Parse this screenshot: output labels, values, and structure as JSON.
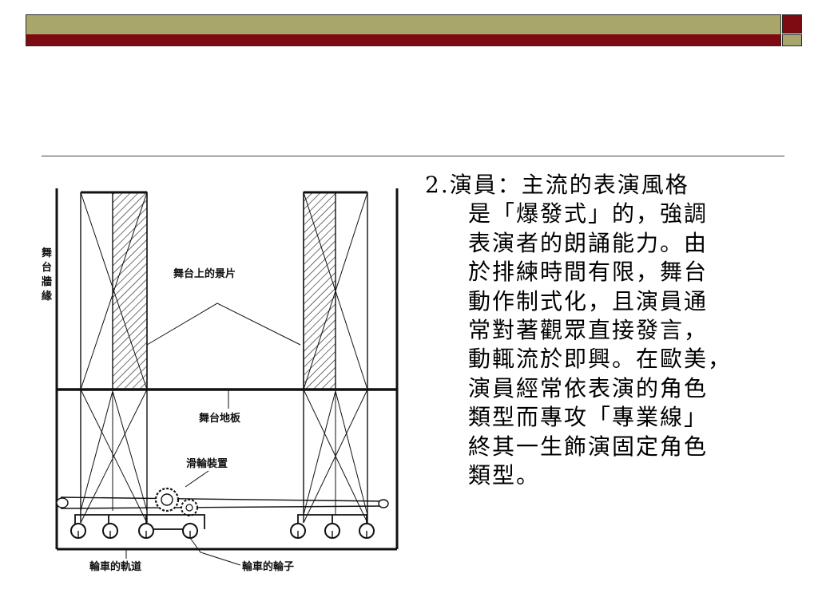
{
  "header": {
    "colors": {
      "olive": "#a8a66a",
      "maroon": "#7e0b12"
    }
  },
  "diagram": {
    "label_wall": [
      "舞",
      "台",
      "牆",
      "緣"
    ],
    "label_scenery": "舞台上的景片",
    "label_floor": "舞台地板",
    "label_pulley": "滑輪裝置",
    "label_track": "輪車的軌道",
    "label_wheels": "輪車的輪子"
  },
  "body": {
    "lines": [
      "2.演員：主流的表演風格",
      "是「爆發式」的，強調",
      "表演者的朗誦能力。由",
      "於排練時間有限，舞台",
      "動作制式化，且演員通",
      "常對著觀眾直接發言，",
      "動輒流於即興。在歐美，",
      "演員經常依表演的角色",
      "類型而專攻「專業線」",
      "終其一生飾演固定角色",
      "類型。"
    ]
  }
}
